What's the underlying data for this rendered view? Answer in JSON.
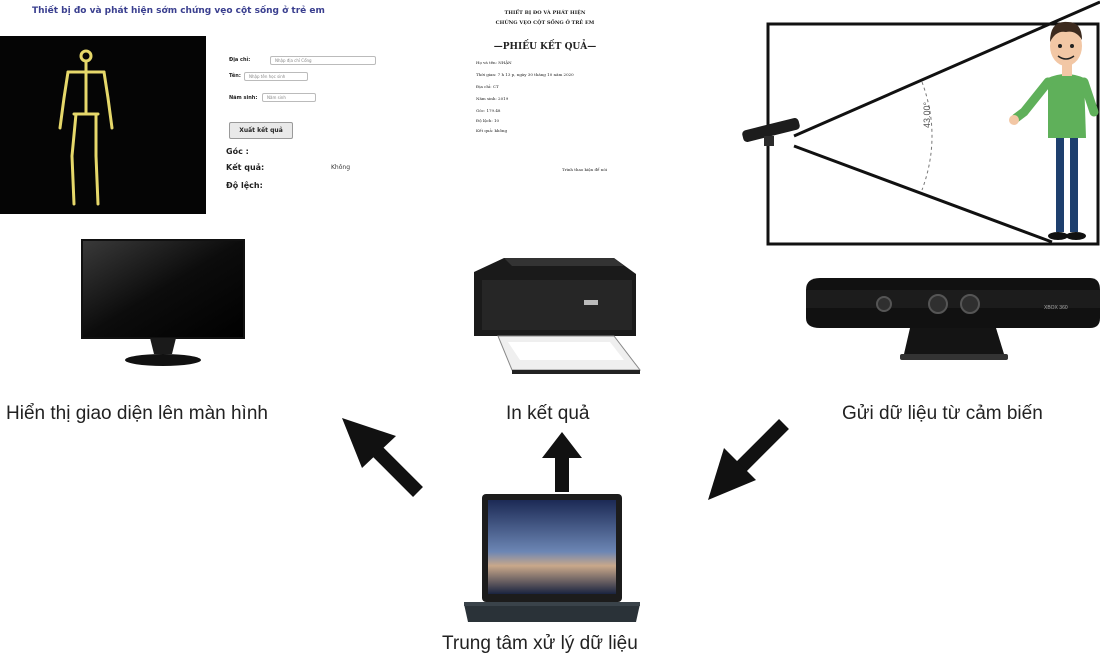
{
  "screen": {
    "title": "Thiết bị đo và phát hiện sớm chứng vẹo cột sống ở trẻ em",
    "form": [
      {
        "label": "Địa chỉ:",
        "value": "Nhập địa chỉ Cổng"
      },
      {
        "label": "Tên:",
        "value": "Nhập tên học sinh"
      },
      {
        "label": "Năm sinh:",
        "value": "Năm sinh"
      }
    ],
    "export_button": "Xuất kết quả",
    "results": [
      {
        "label": "Góc :",
        "value": ""
      },
      {
        "label": "Kết quả:",
        "value": "Không"
      },
      {
        "label": "Độ lệch:",
        "value": ""
      }
    ]
  },
  "sheet": {
    "org_line1": "THIẾT BỊ ĐO VÀ PHÁT HIỆN",
    "org_line2": "CHỨNG VẸO CỘT SỐNG Ở TRẺ EM",
    "heading": "—PHIẾU KẾT QUẢ—",
    "rows": [
      "Họ và tên: NHẬN",
      "Thời gian: 7 h 13 p, ngày 30 tháng 10 năm 2020",
      "Địa chỉ: CT",
      "Năm sinh: 2019",
      "Góc: 179.48",
      "Độ lệch: 10",
      "Kết quả: không"
    ],
    "signature": "Trình thao kiện để nói"
  },
  "sensor_scene": {
    "angle_label": "43.00°",
    "device_label": "XBOX 360"
  },
  "captions": {
    "monitor": "Hiển thị giao diện lên màn hình",
    "printer": "In kết quả",
    "sensor": "Gửi dữ liệu từ cảm biến",
    "laptop": "Trung tâm xử lý dữ liệu"
  },
  "colors": {
    "title_text": "#3a3f8f",
    "skeleton": "#e6d86a",
    "arrow": "#111111",
    "person_shirt": "#5fb05a",
    "person_pants": "#1e3f6e"
  }
}
